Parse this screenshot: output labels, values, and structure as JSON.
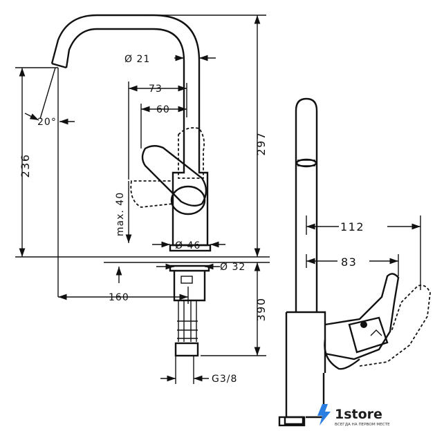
{
  "dimensions": {
    "spout_diameter": "Ø 21",
    "reach_73": "73",
    "reach_60": "60",
    "angle": "20°",
    "height_297": "297",
    "height_236": "236",
    "max_40": "max. 40",
    "base_diameter": "Ø 46",
    "hole_diameter": "Ø 32",
    "reach_160": "160",
    "depth_390": "390",
    "thread": "G3/8",
    "reach_112": "112",
    "reach_83": "83"
  },
  "logo": {
    "name": "1store",
    "tagline": "ВСЕГДА НА ПЕРВОМ МЕСТЕ",
    "accent_color": "#2a7de1",
    "icon": "lightning-bolt-icon"
  }
}
